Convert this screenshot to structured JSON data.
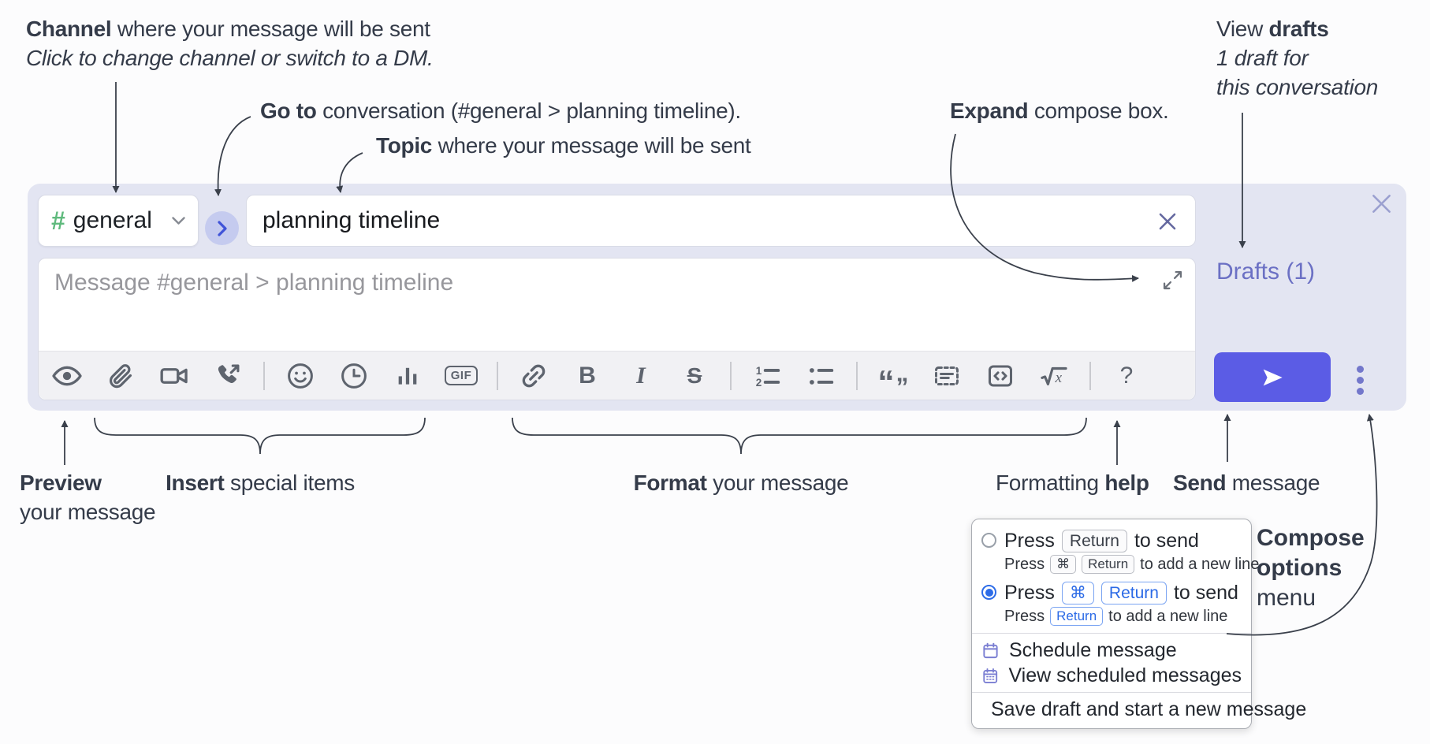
{
  "colors": {
    "accent-send": "#5b5ce5",
    "link-purple": "#6b70c4",
    "channel-green": "#5fba7d",
    "container-bg": "#e3e5f2",
    "radio-blue": "#2d6ce8",
    "menu-icon-purple": "#7a7ed2",
    "annotation-ink": "#343b49",
    "icon-gray": "#5e646e"
  },
  "annotations": {
    "channel": {
      "bold": "Channel ",
      "rest": "where your message will be sent",
      "line2": "Click to change channel or switch to a DM."
    },
    "goto": {
      "bold": "Go to ",
      "rest": "conversation (#general > planning timeline)."
    },
    "topic": {
      "bold": "Topic ",
      "rest": "where your message will be sent"
    },
    "expand": {
      "bold": "Expand ",
      "rest": "compose box."
    },
    "view_drafts": {
      "pre": "View ",
      "bold": "drafts",
      "line2": "1 draft for",
      "line3": "this conversation"
    },
    "preview": {
      "bold": "Preview",
      "line2": "your message"
    },
    "insert": {
      "bold": "Insert ",
      "rest": "special items"
    },
    "format": {
      "bold": "Format ",
      "rest": "your message"
    },
    "formatting_help": {
      "pre": "Formatting ",
      "bold": "help"
    },
    "send": {
      "bold": "Send ",
      "rest": "message"
    },
    "compose_options": {
      "line1": "Compose",
      "line2": "options",
      "line3": "menu"
    }
  },
  "compose": {
    "channel": {
      "hash": "#",
      "name": "general"
    },
    "topic_value": "planning timeline",
    "message_placeholder": "Message #general > planning timeline",
    "drafts_label": "Drafts (1)",
    "toolbar_icons": [
      "preview",
      "attach-file",
      "video-call",
      "voice-call",
      "emoji",
      "global-time",
      "poll",
      "gif",
      "link",
      "bold",
      "italic",
      "strikethrough",
      "numbered-list",
      "bulleted-list",
      "quote",
      "spoiler",
      "code",
      "math",
      "help"
    ],
    "toolbar_glyphs": {
      "gif": "GIF",
      "bold": "B",
      "italic": "I",
      "strike": "S",
      "quote_open": "“",
      "quote_close": "”",
      "help": "?"
    }
  },
  "compose_menu": {
    "option_enter": {
      "press": "Press",
      "key": "Return",
      "suffix": "to send",
      "sub_press": "Press",
      "sub_key_cmd": "⌘",
      "sub_key_return": "Return",
      "sub_suffix": "to add a new line"
    },
    "option_cmd_enter": {
      "press": "Press",
      "key_cmd": "⌘",
      "key_return": "Return",
      "suffix": "to send",
      "sub_press": "Press",
      "sub_key_return": "Return",
      "sub_suffix": "to add a new line"
    },
    "items": [
      {
        "label": "Schedule message",
        "icon": "calendar-icon"
      },
      {
        "label": "View scheduled messages",
        "icon": "calendar-grid-icon"
      },
      {
        "label": "Save draft and start a new message",
        "icon": "save-draft-icon"
      }
    ]
  }
}
